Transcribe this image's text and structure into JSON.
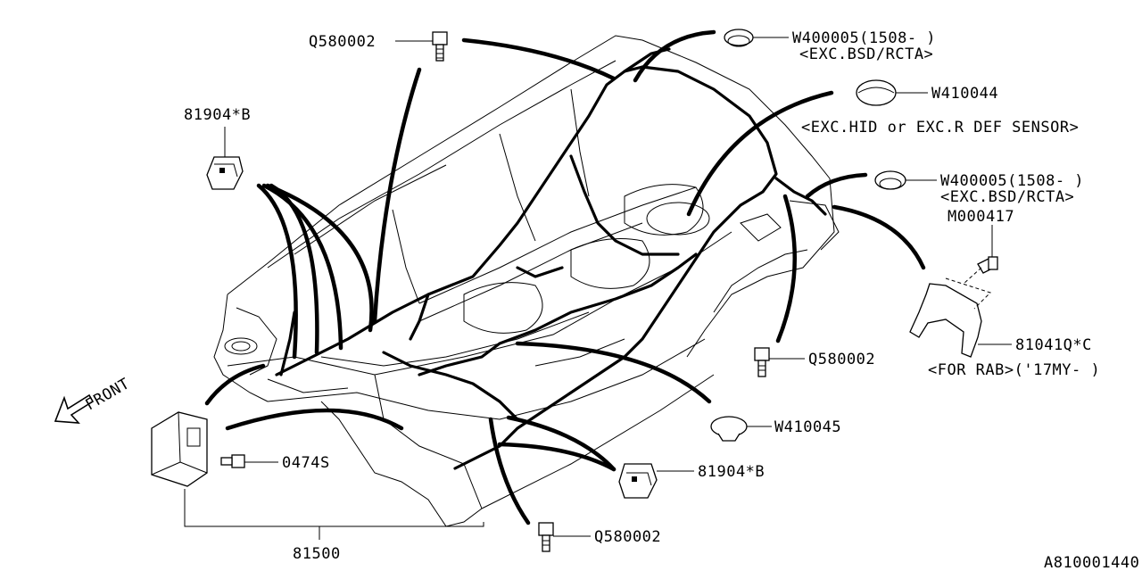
{
  "diagram_id": "A810001440",
  "front_label": "FRONT",
  "callouts": [
    {
      "key": "q580002_top",
      "code": "Q580002",
      "note1": "",
      "note2": ""
    },
    {
      "key": "w400005_top",
      "code": "W400005(1508- )",
      "note1": "<EXC.BSD/RCTA>",
      "note2": ""
    },
    {
      "key": "w410044",
      "code": "W410044",
      "note1": "<EXC.HID or EXC.R DEF SENSOR>",
      "note2": ""
    },
    {
      "key": "w400005_right",
      "code": "W400005(1508- )",
      "note1": "<EXC.BSD/RCTA>",
      "note2": ""
    },
    {
      "key": "m000417",
      "code": "M000417",
      "note1": "",
      "note2": ""
    },
    {
      "key": "81904b_left",
      "code": "81904*B",
      "note1": "",
      "note2": ""
    },
    {
      "key": "81041q",
      "code": "81041Q*C",
      "note1": "<FOR RAB>('17MY- )",
      "note2": ""
    },
    {
      "key": "q580002_right",
      "code": "Q580002",
      "note1": "",
      "note2": ""
    },
    {
      "key": "w410045",
      "code": "W410045",
      "note1": "",
      "note2": ""
    },
    {
      "key": "0474s",
      "code": "0474S",
      "note1": "",
      "note2": ""
    },
    {
      "key": "81904b_bottom",
      "code": "81904*B",
      "note1": "",
      "note2": ""
    },
    {
      "key": "q580002_bottom",
      "code": "Q580002",
      "note1": "",
      "note2": ""
    },
    {
      "key": "81500",
      "code": "81500",
      "note1": "",
      "note2": ""
    }
  ]
}
